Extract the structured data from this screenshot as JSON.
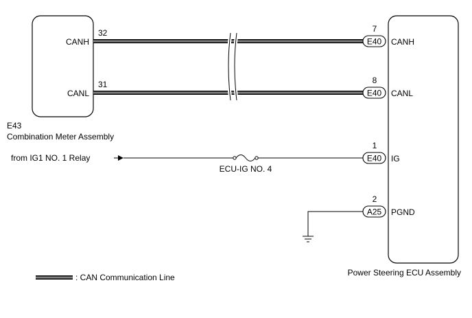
{
  "left_component": {
    "code": "E43",
    "name": "Combination Meter Assembly",
    "pins": [
      {
        "label": "CANH",
        "pin": "32"
      },
      {
        "label": "CANL",
        "pin": "31"
      }
    ]
  },
  "right_component": {
    "name": "Power Steering ECU Assembly",
    "pins": [
      {
        "label": "CANH",
        "pin": "7",
        "connector": "E40"
      },
      {
        "label": "CANL",
        "pin": "8",
        "connector": "E40"
      },
      {
        "label": "IG",
        "pin": "1",
        "connector": "E40"
      },
      {
        "label": "PGND",
        "pin": "2",
        "connector": "A25"
      }
    ]
  },
  "power_source": "from IG1 NO. 1 Relay",
  "fuse": "ECU-IG NO. 4",
  "legend": {
    "label": ": CAN Communication Line"
  }
}
